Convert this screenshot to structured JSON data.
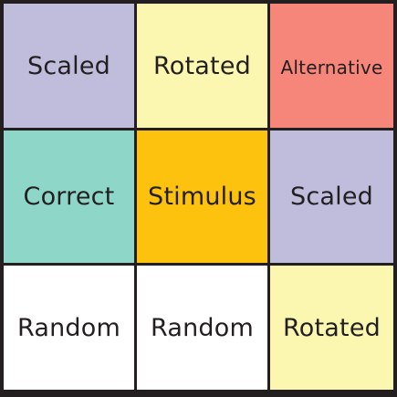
{
  "grid": {
    "cells": [
      {
        "label": "Scaled",
        "color": "#bfbcdc"
      },
      {
        "label": "Rotated",
        "color": "#fbf6b0"
      },
      {
        "label": "Alternative",
        "color": "#f6857a"
      },
      {
        "label": "Correct",
        "color": "#8dd6c8"
      },
      {
        "label": "Stimulus",
        "color": "#fcc20d"
      },
      {
        "label": "Scaled",
        "color": "#bfbcdc"
      },
      {
        "label": "Random",
        "color": "#ffffff"
      },
      {
        "label": "Random",
        "color": "#ffffff"
      },
      {
        "label": "Rotated",
        "color": "#fbf6b0"
      }
    ]
  }
}
